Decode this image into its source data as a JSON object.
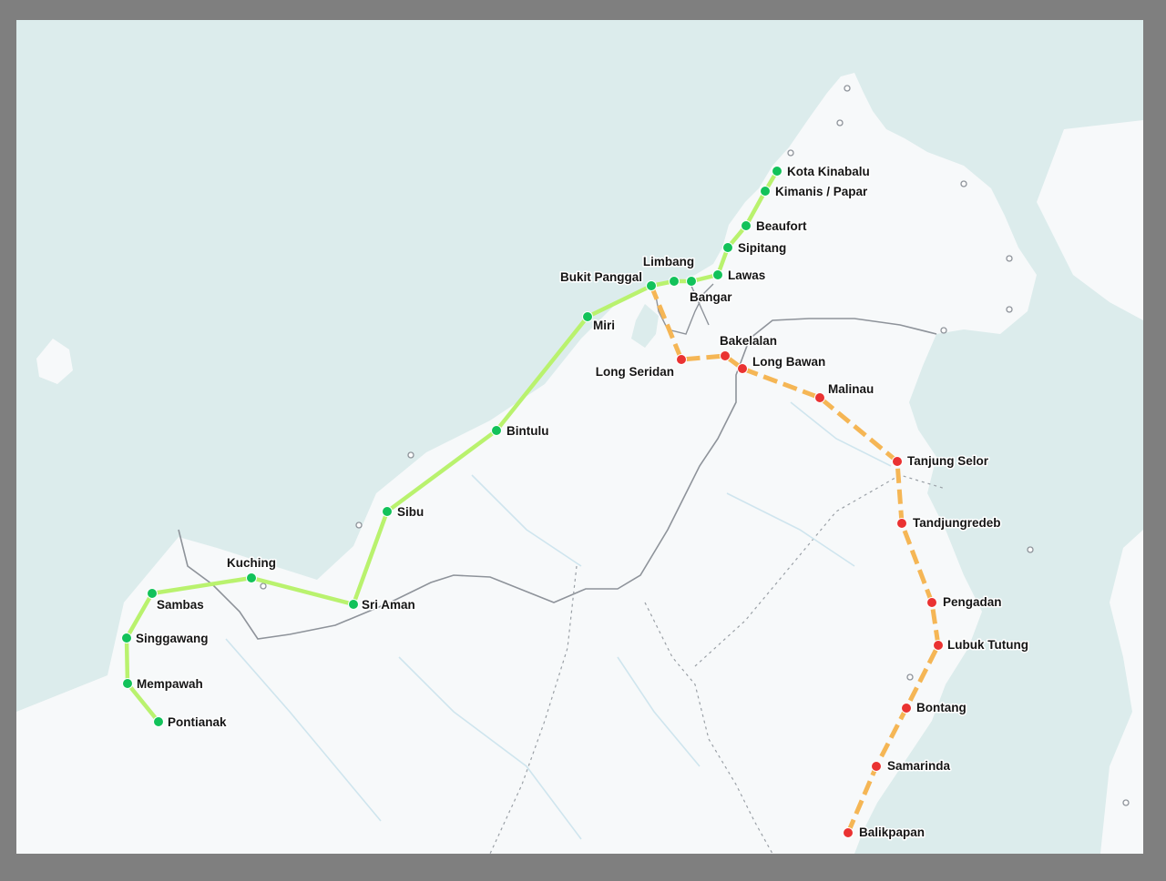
{
  "colors": {
    "sea": "#dcecec",
    "land": "#f7f9fa",
    "border": "#8e939a",
    "rail_existing_line": "#b9f26e",
    "rail_planned_line": "#f5b655",
    "station_existing": "#12c25a",
    "station_planned": "#ea3232"
  },
  "icons": {
    "station_existing": "green-dot-icon",
    "station_planned": "red-dot-icon"
  },
  "routes": {
    "existing": [
      "Pontianak",
      "Mempawah",
      "Singgawang",
      "Sambas",
      "Kuching",
      "Sri Aman",
      "Sibu",
      "Bintulu",
      "Miri",
      "Bukit Panggal",
      "Limbang",
      "Bangar",
      "Lawas",
      "Sipitang",
      "Beaufort",
      "Kimanis / Papar",
      "Kota Kinabalu"
    ],
    "planned": [
      "Bukit Panggal",
      "Long Seridan",
      "Bakelalan",
      "Long Bawan",
      "Malinau",
      "Tanjung Selor",
      "Tandjungredeb",
      "Pengadan",
      "Lubuk Tutung",
      "Bontang",
      "Samarinda",
      "Balikpapan"
    ]
  },
  "stations": [
    {
      "name": "Kota Kinabalu",
      "status": "existing"
    },
    {
      "name": "Kimanis / Papar",
      "status": "existing"
    },
    {
      "name": "Beaufort",
      "status": "existing"
    },
    {
      "name": "Sipitang",
      "status": "existing"
    },
    {
      "name": "Lawas",
      "status": "existing"
    },
    {
      "name": "Bangar",
      "status": "existing"
    },
    {
      "name": "Limbang",
      "status": "existing"
    },
    {
      "name": "Bukit Panggal",
      "status": "existing"
    },
    {
      "name": "Miri",
      "status": "existing"
    },
    {
      "name": "Bintulu",
      "status": "existing"
    },
    {
      "name": "Sibu",
      "status": "existing"
    },
    {
      "name": "Sri Aman",
      "status": "existing"
    },
    {
      "name": "Kuching",
      "status": "existing"
    },
    {
      "name": "Sambas",
      "status": "existing"
    },
    {
      "name": "Singgawang",
      "status": "existing"
    },
    {
      "name": "Mempawah",
      "status": "existing"
    },
    {
      "name": "Pontianak",
      "status": "existing"
    },
    {
      "name": "Long Seridan",
      "status": "planned"
    },
    {
      "name": "Bakelalan",
      "status": "planned"
    },
    {
      "name": "Long Bawan",
      "status": "planned"
    },
    {
      "name": "Malinau",
      "status": "planned"
    },
    {
      "name": "Tanjung Selor",
      "status": "planned"
    },
    {
      "name": "Tandjungredeb",
      "status": "planned"
    },
    {
      "name": "Pengadan",
      "status": "planned"
    },
    {
      "name": "Lubuk Tutung",
      "status": "planned"
    },
    {
      "name": "Bontang",
      "status": "planned"
    },
    {
      "name": "Samarinda",
      "status": "planned"
    },
    {
      "name": "Balikpapan",
      "status": "planned"
    }
  ]
}
